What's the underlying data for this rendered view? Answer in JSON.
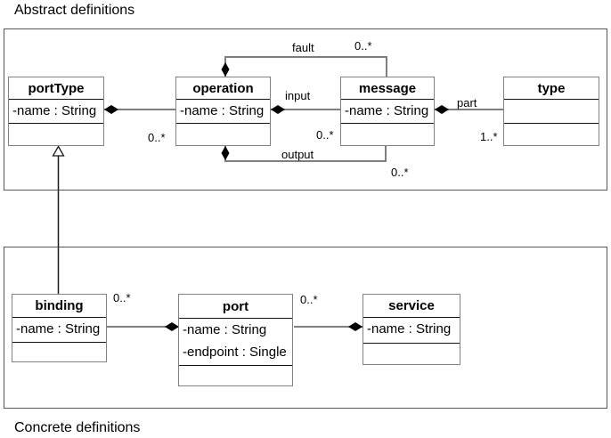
{
  "sections": {
    "abstract": {
      "label": "Abstract definitions"
    },
    "concrete": {
      "label": "Concrete definitions"
    }
  },
  "classes": {
    "portType": {
      "name": "portType",
      "attr1": "-name : String"
    },
    "operation": {
      "name": "operation",
      "attr1": "-name : String"
    },
    "message": {
      "name": "message",
      "attr1": "-name : String"
    },
    "type": {
      "name": "type"
    },
    "binding": {
      "name": "binding",
      "attr1": "-name : String"
    },
    "port": {
      "name": "port",
      "attr1": "-name : String",
      "attr2": "-endpoint : Single"
    },
    "service": {
      "name": "service",
      "attr1": "-name : String"
    }
  },
  "associations": {
    "portType_operation": {
      "from": "portType",
      "to": "operation",
      "kind": "composition",
      "to_multiplicity": "0..*"
    },
    "operation_input": {
      "from": "operation",
      "to": "message",
      "kind": "composition",
      "label": "input",
      "to_multiplicity": "0..*"
    },
    "operation_fault": {
      "from": "operation",
      "to": "message",
      "kind": "composition",
      "label": "fault",
      "to_multiplicity": "0..*"
    },
    "operation_output": {
      "from": "operation",
      "to": "message",
      "kind": "composition",
      "label": "output",
      "to_multiplicity": "0..*"
    },
    "message_part": {
      "from": "message",
      "to": "type",
      "kind": "composition",
      "label": "part",
      "to_multiplicity": "1..*"
    },
    "port_binding": {
      "from": "port",
      "to": "binding",
      "kind": "composition",
      "to_multiplicity": "0..*"
    },
    "service_port": {
      "from": "service",
      "to": "port",
      "kind": "composition",
      "to_multiplicity": "0..*"
    },
    "binding_portType": {
      "from": "binding",
      "to": "portType",
      "kind": "generalization"
    }
  },
  "colors": {
    "association": "#7e7e7e",
    "diamond": "#000000",
    "generalization": "#1a1a1a",
    "triangle_fill": "#ffffff",
    "box_border": "#828282",
    "container_border": "#565656",
    "text": "#000000",
    "background": "#ffffff"
  }
}
